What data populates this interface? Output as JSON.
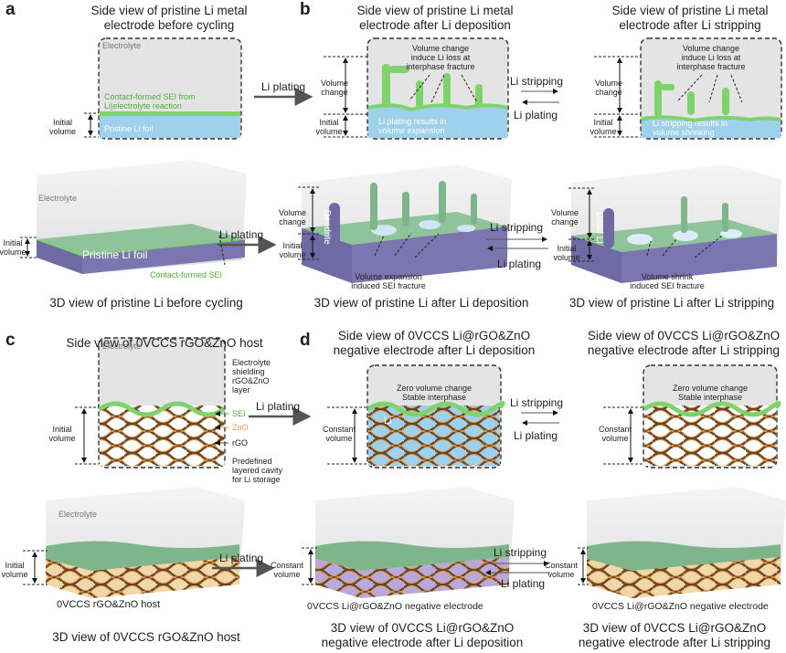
{
  "panels": {
    "a": {
      "label": "a",
      "title": "Side view of pristine Li metal\nelectrode before cycling",
      "electrolyte": "Electrolyte",
      "sei_label": "Contact-formed SEI from\nLi|electrolyte reaction",
      "foil_label": "Pristine Li foil",
      "initial_volume": "Initial\nvolume",
      "arrow_plating": "Li plating",
      "electrolyte_3d": "Electrolyte",
      "foil_3d": "Pristine Li foil",
      "sei_3d": "Contact-formed SEI",
      "initial_volume_3d": "Initial\nvolume",
      "arrow_plating_3d": "Li plating",
      "caption": "3D view of pristine Li before cycling"
    },
    "b": {
      "label": "b",
      "title_dep": "Side view of pristine Li metal\nelectrode after Li deposition",
      "title_strip": "Side view of pristine Li metal\nelectrode after Li stripping",
      "vol_change_note": "Volume change\ninduce Li loss at\ninterphase fracture",
      "vol_change_note_2": "Volume change\ninduce Li loss at\ninterphase fracture",
      "volume_change": "Volume\nchange",
      "volume_change_2": "Volume\nchange",
      "initial_volume": "Initial\nvolume",
      "initial_volume_2": "Initial\nvolume",
      "plating_result": "Li plating results in\nvolume  expansion",
      "stripping_result": "Li stripping results in\nvolume  shrinking",
      "arrow_stripping": "Li stripping",
      "arrow_plating": "Li plating",
      "arrow_stripping_3d": "Li stripping",
      "arrow_plating_3d": "Li plating",
      "dendrite": "Dendrite",
      "dead_li": "Dead Li",
      "volume_change_3d": "Volume\nchange",
      "volume_change_3d_2": "Volume\nchange",
      "initial_volume_3d": "Initial\nvolume",
      "initial_volume_3d_2": "Initial\nvolume",
      "expansion_note": "Volume expansion\ninduced SEI fracture",
      "shrink_note": "Volume shrink\ninduced SEI fracture",
      "caption_dep": "3D view of pristine Li after Li deposition",
      "caption_strip": "3D view of pristine Li after Li stripping"
    },
    "c": {
      "label": "c",
      "title": "Side view of 0VCCS rGO&ZnO host",
      "electrolyte": "Electrolyte",
      "shield": "Electrolyte\nshielding\nrGO&ZnO\nlayer",
      "sei": "SEI",
      "zno": "ZnO",
      "rgo": "rGO",
      "cavity": "Predefined\nlayered cavity\nfor Li storage",
      "initial_volume": "Initial\nvolume",
      "arrow_plating": "Li plating",
      "electrolyte_3d": "Electrolyte",
      "initial_volume_3d": "Initial\nvolume",
      "host_3d": "0VCCS rGO&ZnO host",
      "arrow_plating_3d": "Li plating",
      "caption": "3D view of 0VCCS rGO&ZnO host"
    },
    "d": {
      "label": "d",
      "title_dep": "Side view of 0VCCS Li@rGO&ZnO\nnegative electrode after Li deposition",
      "title_strip": "Side view of 0VCCS Li@rGO&ZnO\nnegative electrode after Li stripping",
      "zero_change": "Zero volume change\nStable interphase",
      "zero_change_2": "Zero volume change\nStable interphase",
      "li": "Li",
      "constant_volume": "Constant\nvolume",
      "constant_volume_2": "Constant\nvolume",
      "arrow_stripping": "Li stripping",
      "arrow_plating": "Li plating",
      "constant_volume_3d": "Constant\nvolume",
      "constant_volume_3d_2": "Constant\nvolume",
      "electrode_dep": "0VCCS Li@rGO&ZnO negative electrode",
      "electrode_strip": "0VCCS Li@rGO&ZnO negative electrode",
      "arrow_stripping_3d": "Li stripping",
      "arrow_plating_3d": "Li plating",
      "caption_dep": "3D view of 0VCCS Li@rGO&ZnO\nnegative electrode after Li deposition",
      "caption_strip": "3D view of 0VCCS Li@rGO&ZnO\nnegative electrode after Li stripping"
    }
  },
  "colors": {
    "li_blue": "#9fd1ec",
    "sei_green": "#7fd36b",
    "sei_dark": "#55a35a",
    "top_green": "#7fb58a",
    "purple": "#6f6aa3",
    "rgo_brown": "#6b4423",
    "zno_orange": "#e3a055",
    "box_gray": "#e4e4e4"
  }
}
